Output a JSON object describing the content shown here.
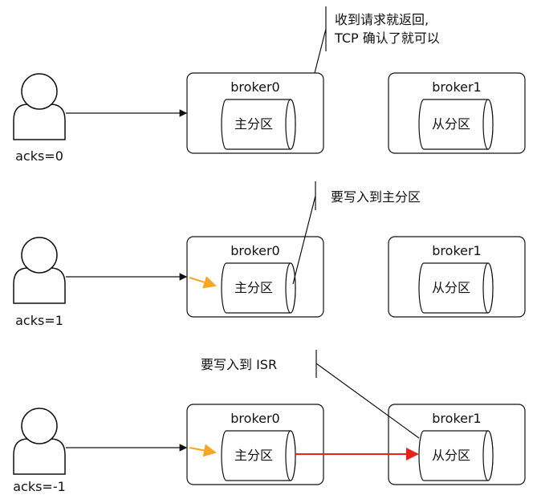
{
  "rows": [
    {
      "producer_label": "acks=0",
      "leader_broker": "broker0",
      "follower_broker": "broker1",
      "leader_partition": "主分区",
      "follower_partition": "从分区",
      "note_lines": [
        "收到请求就返回,",
        "TCP 确认了就可以"
      ]
    },
    {
      "producer_label": "acks=1",
      "leader_broker": "broker0",
      "follower_broker": "broker1",
      "leader_partition": "主分区",
      "follower_partition": "从分区",
      "note_lines": [
        "要写入到主分区"
      ]
    },
    {
      "producer_label": "acks=-1",
      "leader_broker": "broker0",
      "follower_broker": "broker1",
      "leader_partition": "主分区",
      "follower_partition": "从分区",
      "note_lines": [
        "要写入到 ISR"
      ]
    }
  ],
  "colors": {
    "line": "#111111",
    "write_arrow": "#f5a623",
    "replicate_arrow": "#e8211a"
  }
}
